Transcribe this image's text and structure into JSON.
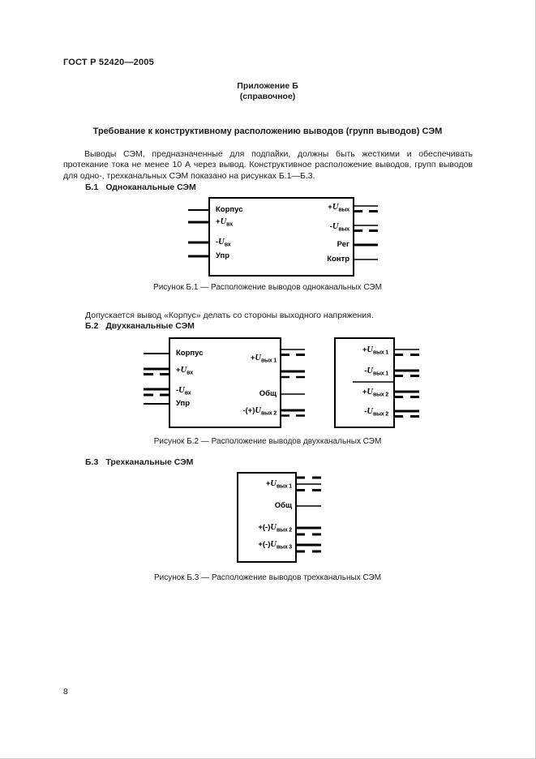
{
  "page": {
    "header": "ГОСТ Р 52420—2005",
    "page_number": "8"
  },
  "appendix": {
    "title": "Приложение Б",
    "subtitle": "(справочное)"
  },
  "main_heading": "Требование к конструктивному расположению выводов (групп выводов) СЭМ",
  "paragraph": "Выводы СЭМ, предназначенные для подпайки, должны быть жесткими и обеспечивать протекание тока не менее 10 А через вывод. Конструктивное расположение выводов, групп выводов для одно-, трехканальных СЭМ показано на рисунках Б.1—Б.3.",
  "note": "Допускается вывод «Корпус» делать со стороны выходного напряжения.",
  "sections": {
    "b1": {
      "num": "Б.1",
      "title": "Одноканальные СЭМ",
      "caption": "Рисунок Б.1 — Расположение выводов одноканальных СЭМ"
    },
    "b2": {
      "num": "Б.2",
      "title": "Двухканальные СЭМ",
      "caption": "Рисунок Б.2 — Расположение выводов двухканальных СЭМ"
    },
    "b3": {
      "num": "Б.3",
      "title": "Трехканальные СЭМ",
      "caption": "Рисунок Б.3 — Расположение выводов трехканальных СЭМ"
    }
  },
  "figures": {
    "b1": {
      "left_pins": [
        {
          "prefix": "Корпус",
          "sym": "",
          "sub": ""
        },
        {
          "prefix": "+",
          "sym": "U",
          "sub": "вх"
        },
        {
          "prefix": "-",
          "sym": "U",
          "sub": "вх"
        },
        {
          "prefix": "Упр",
          "sym": "",
          "sub": ""
        }
      ],
      "right_pins": [
        {
          "prefix": "+",
          "sym": "U",
          "sub": "вых"
        },
        {
          "prefix": "-",
          "sym": "U",
          "sub": "вых"
        },
        {
          "prefix": "Рег",
          "sym": "",
          "sub": ""
        },
        {
          "prefix": "Контр",
          "sym": "",
          "sub": ""
        }
      ]
    },
    "b2_main": {
      "left_pins": [
        {
          "prefix": "Корпус",
          "sym": "",
          "sub": ""
        },
        {
          "prefix": "+",
          "sym": "U",
          "sub": "вх"
        },
        {
          "prefix": "-",
          "sym": "U",
          "sub": "вх"
        },
        {
          "prefix": "Упр",
          "sym": "",
          "sub": ""
        }
      ],
      "right_pins": [
        {
          "prefix": "+",
          "sym": "U",
          "sub": "вых 1"
        },
        {
          "prefix": "Общ",
          "sym": "",
          "sub": ""
        },
        {
          "prefix": "-(+)",
          "sym": "U",
          "sub": "вых 2"
        }
      ]
    },
    "b2_out": {
      "pins": [
        {
          "prefix": "+",
          "sym": "U",
          "sub": "вых 1"
        },
        {
          "prefix": "-",
          "sym": "U",
          "sub": "вых 1"
        },
        {
          "prefix": "+",
          "sym": "U",
          "sub": "вых 2"
        },
        {
          "prefix": "-",
          "sym": "U",
          "sub": "вых 2"
        }
      ]
    },
    "b3": {
      "pins": [
        {
          "prefix": "+",
          "sym": "U",
          "sub": "вых 1"
        },
        {
          "prefix": "Общ",
          "sym": "",
          "sub": ""
        },
        {
          "prefix": "+(-)",
          "sym": "U",
          "sub": "вых 2"
        },
        {
          "prefix": "+(-)",
          "sym": "U",
          "sub": "вых 3"
        }
      ]
    }
  }
}
